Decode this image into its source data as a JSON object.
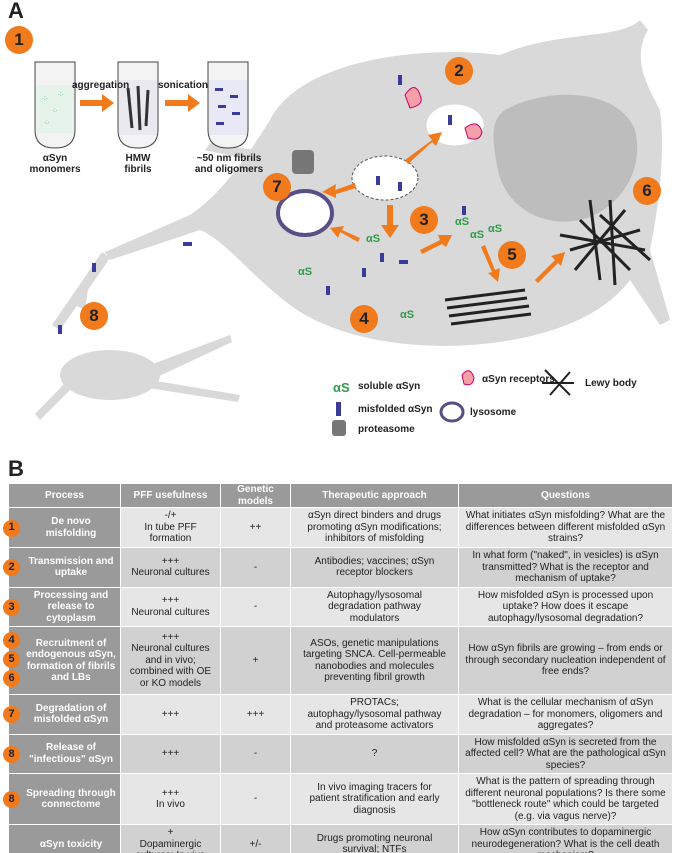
{
  "panel_a": {
    "letter": "A",
    "badges": [
      "1",
      "2",
      "3",
      "4",
      "5",
      "6",
      "7",
      "8"
    ],
    "tube_labels": {
      "monomers": "αSyn\nmonomers",
      "fibrils": "HMW\nfibrils",
      "oligomers": "~50 nm fibrils\nand oligomers"
    },
    "arrow_labels": {
      "aggregation": "aggregation",
      "sonication": "sonication"
    },
    "legend": {
      "soluble": "soluble αSyn",
      "misfolded": "misfolded αSyn",
      "proteasome": "proteasome",
      "receptors": "αSyn receptors",
      "lysosome": "lysosome",
      "lewy": "Lewy body"
    }
  },
  "panel_b": {
    "letter": "B",
    "headers": [
      "Process",
      "PFF usefulness",
      "Genetic models",
      "Therapeutic approach",
      "Questions"
    ],
    "rows": [
      {
        "badge": "1",
        "process": "De novo misfolding",
        "pff": "-/+\nIn tube PFF\nformation",
        "genetic": "++",
        "therapy": "αSyn direct binders and drugs\npromoting αSyn modifications;\ninhibitors of misfolding",
        "questions": "What initiates αSyn misfolding? What are the\ndifferences between different misfolded αSyn\nstrains?"
      },
      {
        "badge": "2",
        "process": "Transmission and\nuptake",
        "pff": "+++\nNeuronal cultures",
        "genetic": "-",
        "therapy": "Antibodies; vaccines; αSyn\nreceptor blockers",
        "questions": "In what form (\"naked\", in vesicles) is αSyn\ntransmitted? What is the receptor and\nmechanism of uptake?"
      },
      {
        "badge": "3",
        "process": "Processing and\nrelease to cytoplasm",
        "pff": "+++\nNeuronal cultures",
        "genetic": "-",
        "therapy": "Autophagy/lysosomal\ndegradation pathway\nmodulators",
        "questions": "How misfolded αSyn is processed upon\nuptake? How does it escape\nautophagy/lysosomal degradation?"
      },
      {
        "badge": "4",
        "badge2": "5",
        "badge3": "6",
        "process": "Recruitment of\nendogenous αSyn,\nformation of fibrils\nand LBs",
        "pff": "+++\nNeuronal cultures\nand in vivo;\ncombined with OE\nor KO models",
        "genetic": "+",
        "therapy": "ASOs, genetic manipulations\ntargeting SNCA. Cell-permeable\nnanobodies and molecules\npreventing fibril growth",
        "questions": "How αSyn fibrils are growing – from ends or\nthrough secondary nucleation independent of\nfree ends?"
      },
      {
        "badge": "7",
        "process": "Degradation of\nmisfolded αSyn",
        "pff": "+++",
        "genetic": "+++",
        "therapy": "PROTACs;\nautophagy/lysosomal pathway\nand proteasome activators",
        "questions": "What is the cellular mechanism of αSyn\ndegradation – for monomers, oligomers and\naggregates?"
      },
      {
        "badge": "8",
        "process": "Release of\n\"infectious\" αSyn",
        "pff": "+++",
        "genetic": "-",
        "therapy": "?",
        "questions": "How misfolded αSyn is secreted from the\naffected cell? What are the pathological αSyn\nspecies?"
      },
      {
        "badge": "8",
        "process": "Spreading through\nconnectome",
        "pff": "+++\nIn vivo",
        "genetic": "-",
        "therapy": "In vivo imaging tracers for\npatient stratification and early\ndiagnosis",
        "questions": "What is the pattern of spreading through\ndifferent neuronal populations? Is there some\n\"bottleneck route\" which could be targeted\n(e.g. via vagus nerve)?"
      },
      {
        "badge": "",
        "process": "αSyn toxicity",
        "pff": "+\nDopaminergic\ncultures; In vivo",
        "genetic": "+/-",
        "therapy": "Drugs promoting neuronal\nsurvival; NTFs",
        "questions": "How αSyn contributes to dopaminergic\nneurodegeneration? What is the cell death\nmechanism?"
      }
    ]
  },
  "colors": {
    "accent_orange": "#f07a1c",
    "cell_gray": "#d9d9d9",
    "header_gray": "#9a9a9a",
    "soluble_green": "#2e9c4a",
    "misfolded_blue": "#3b3b9a"
  }
}
